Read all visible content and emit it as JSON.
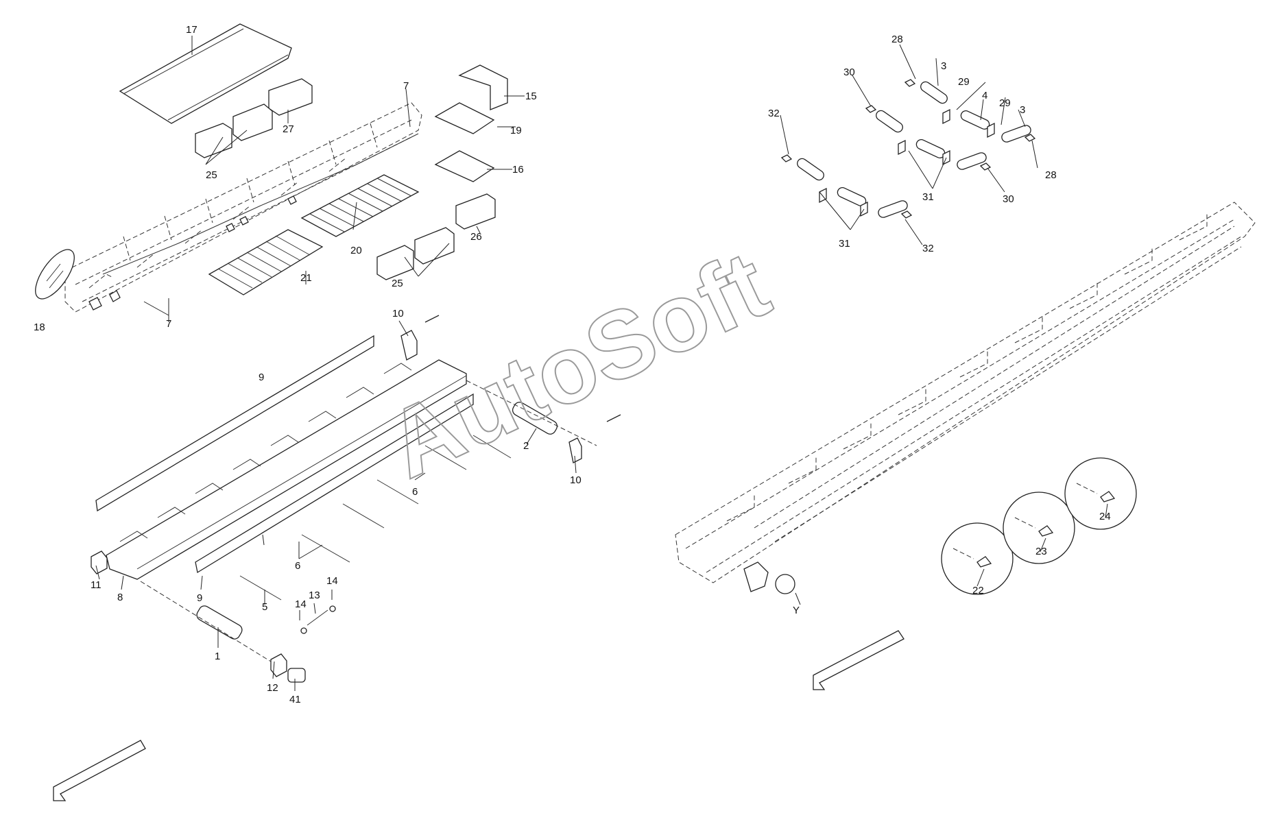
{
  "diagram": {
    "watermark": "AutoSoft",
    "callouts": {
      "c1": "1",
      "c2": "2",
      "c3a": "3",
      "c3b": "3",
      "c4": "4",
      "c5": "5",
      "c6a": "6",
      "c6b": "6",
      "c7a": "7",
      "c7b": "7",
      "c8": "8",
      "c9a": "9",
      "c9b": "9",
      "c10a": "10",
      "c10b": "10",
      "c11": "11",
      "c12": "12",
      "c13": "13",
      "c14a": "14",
      "c14b": "14",
      "c15": "15",
      "c16": "16",
      "c17": "17",
      "c18": "18",
      "c19": "19",
      "c20": "20",
      "c21": "21",
      "c22": "22",
      "c23": "23",
      "c24": "24",
      "c25a": "25",
      "c25b": "25",
      "c26": "26",
      "c27": "27",
      "c28a": "28",
      "c28b": "28",
      "c29a": "29",
      "c29b": "29",
      "c30a": "30",
      "c30b": "30",
      "c31a": "31",
      "c31b": "31",
      "c32a": "32",
      "c32b": "32",
      "c41": "41",
      "cY": "Y"
    }
  }
}
